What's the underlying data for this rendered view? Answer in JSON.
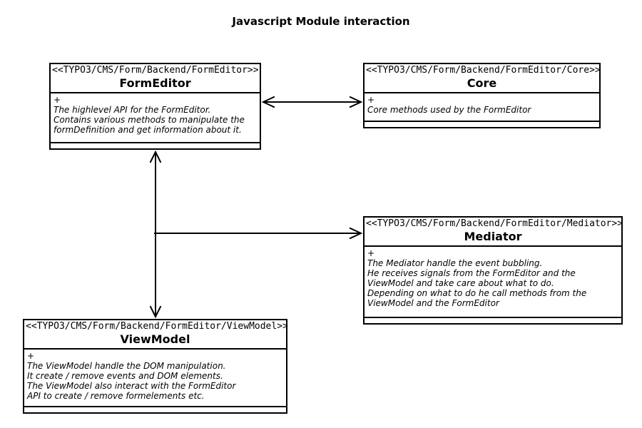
{
  "title": "Javascript Module interaction",
  "colors": {
    "line": "#000000",
    "background": "#ffffff",
    "text": "#000000"
  },
  "nodes": [
    {
      "id": "form-editor",
      "stereotype": "<<TYPO3/CMS/Form/Backend/FormEditor>>",
      "name": "FormEditor",
      "visibility": "+",
      "description": [
        "The highlevel API for the FormEditor.",
        "Contains various methods to manipulate the",
        "formDefinition and get information about it."
      ]
    },
    {
      "id": "core",
      "stereotype": "<<TYPO3/CMS/Form/Backend/FormEditor/Core>>",
      "name": "Core",
      "visibility": "+",
      "description": [
        "Core methods used by the FormEditor"
      ]
    },
    {
      "id": "mediator",
      "stereotype": "<<TYPO3/CMS/Form/Backend/FormEditor/Mediator>>",
      "name": "Mediator",
      "visibility": "+",
      "description": [
        "The Mediator handle the event bubbling.",
        "He receives signals from the FormEditor and the",
        "ViewModel and take care about what to do.",
        "Depending on what to do he call methods from the",
        "ViewModel and the FormEditor"
      ]
    },
    {
      "id": "view-model",
      "stereotype": "<<TYPO3/CMS/Form/Backend/FormEditor/ViewModel>>",
      "name": "ViewModel",
      "visibility": "+",
      "description": [
        "The ViewModel handle the DOM manipulation.",
        "It create / remove events and DOM elements.",
        "The ViewModel also interact with the FormEditor",
        "API to create / remove formelements etc."
      ]
    }
  ],
  "relations": [
    {
      "from": "FormEditor",
      "to": "Core",
      "arrow": "double-headed"
    },
    {
      "from": "FormEditor",
      "to": "ViewModel",
      "arrow": "double-headed"
    },
    {
      "from": "FormEditor/ViewModel",
      "to": "Mediator",
      "arrow": "single-headed"
    }
  ]
}
